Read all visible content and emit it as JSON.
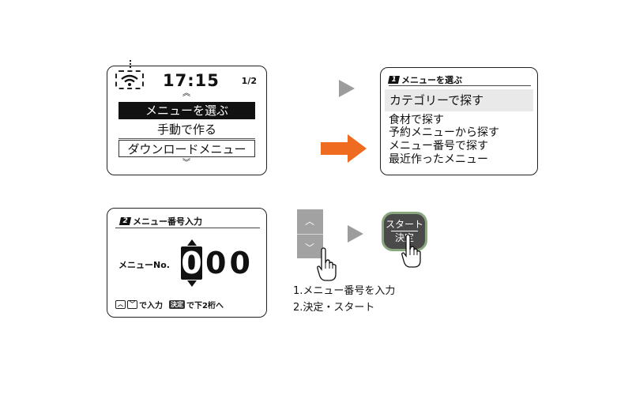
{
  "screen1": {
    "time": "17:15",
    "page": "1/2",
    "menu_items": [
      "メニューを選ぶ",
      "手動で作る",
      "ダウンロードメニュー"
    ],
    "icons": [
      "wifi-icon",
      "chevron-up-icon",
      "chevron-down-icon"
    ]
  },
  "screen2": {
    "header_badge": "1",
    "header": "メニューを選ぶ",
    "selected": "カテゴリーで探す",
    "items": [
      "食材で探す",
      "予約メニューから探す",
      "メニュー番号で探す",
      "最近作ったメニュー"
    ]
  },
  "screen3": {
    "header_badge": "2",
    "header": "メニュー番号入力",
    "menu_no_label": "メニューNo.",
    "digits": [
      "0",
      "0",
      "0"
    ],
    "footer_enter": "で入力",
    "footer_key": "決定",
    "footer_next": "で下2桁へ"
  },
  "start_button": {
    "line1": "スタート",
    "line2": "決定"
  },
  "instructions": [
    "1.メニュー番号を入力",
    "2.決定・スタート"
  ],
  "colors": {
    "accent_arrow": "#ee6b1f",
    "connector": "#9c9c9c",
    "keypad": "#a2a2a2",
    "start_button_bg": "#4a4a4a",
    "start_button_ring": "#8aa67f"
  }
}
